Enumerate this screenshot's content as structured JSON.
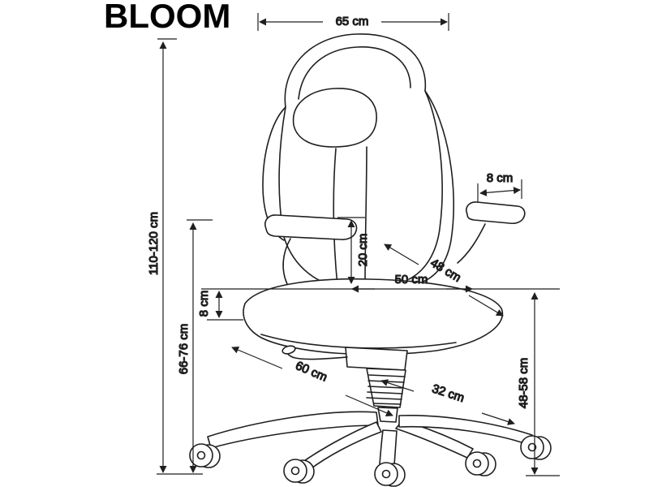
{
  "title": "BLOOM",
  "illustration": "executive-office-chair-line-drawing",
  "colors": {
    "background": "#ffffff",
    "line": "#1f1f1f",
    "text": "#111111"
  },
  "dims": {
    "top_width": "65 cm",
    "total_height": "110-120 cm",
    "armrest_floor_height": "66-76 cm",
    "armrest_rise": "20 cm",
    "seat_thickness": "8 cm",
    "armrest_pad_width": "8 cm",
    "seat_depth": "48 cm",
    "seat_width": "50 cm",
    "base_diameter": "60 cm",
    "caster_span": "32 cm",
    "seat_height": "48-58 cm"
  }
}
